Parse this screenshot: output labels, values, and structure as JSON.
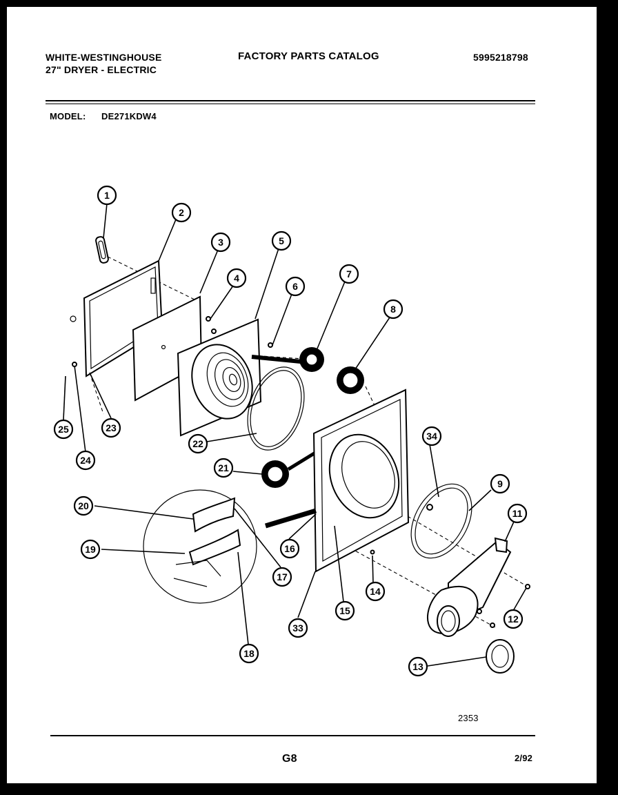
{
  "header": {
    "manufacturer": "WHITE-WESTINGHOUSE",
    "product": "27\" DRYER - ELECTRIC",
    "catalog_title": "FACTORY PARTS CATALOG",
    "catalog_number": "5995218798",
    "model_label": "MODEL:",
    "model_value": "DE271KDW4"
  },
  "diagram": {
    "callouts": [
      "1",
      "2",
      "3",
      "4",
      "5",
      "6",
      "7",
      "8",
      "9",
      "11",
      "12",
      "13",
      "14",
      "15",
      "16",
      "17",
      "18",
      "19",
      "20",
      "21",
      "22",
      "23",
      "24",
      "25",
      "33",
      "34"
    ],
    "drawing_number": "2353"
  },
  "footer": {
    "page_code": "G8",
    "date": "2/92"
  }
}
